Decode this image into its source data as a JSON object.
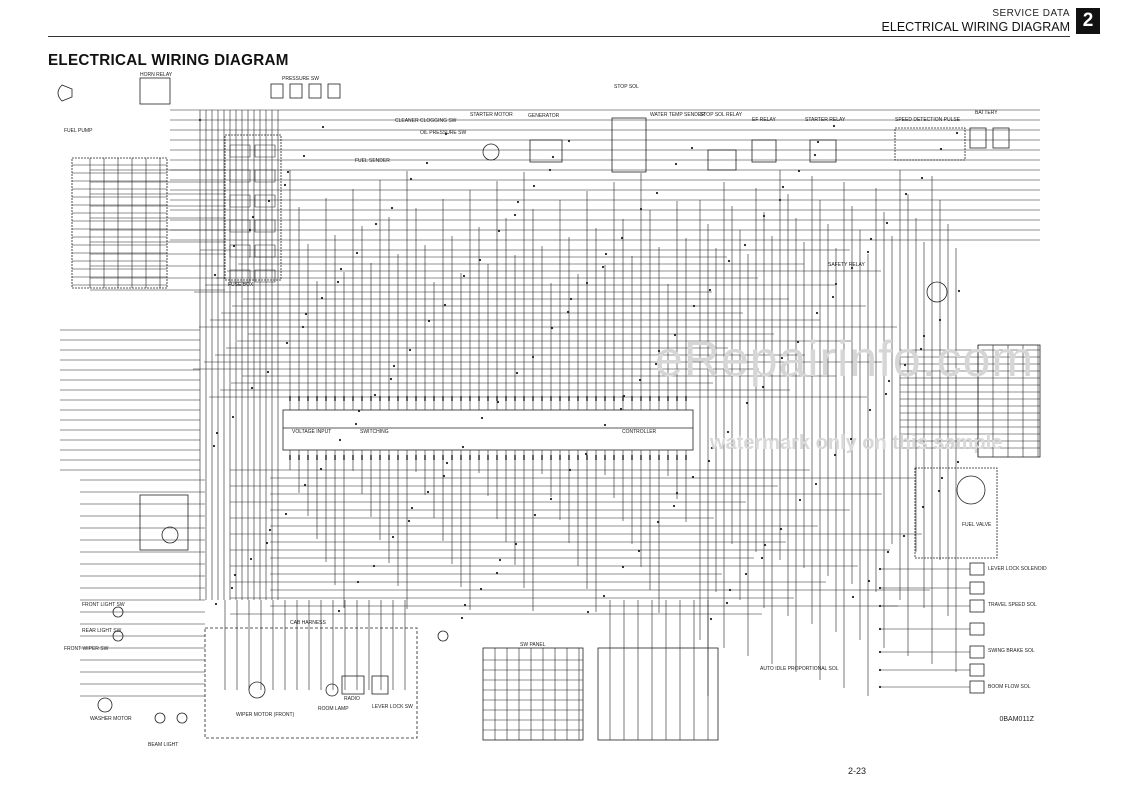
{
  "header": {
    "section": "SERVICE DATA",
    "title": "ELECTRICAL WIRING DIAGRAM",
    "chapter": "2"
  },
  "page_title": "ELECTRICAL WIRING DIAGRAM",
  "watermark": {
    "main": "eRepairinfo.com",
    "sub": "watermark only on this sample"
  },
  "footer": {
    "figure_code": "0BAM011Z",
    "page_number": "2-23"
  },
  "components": {
    "horn_relay": "HORN RELAY",
    "fuel_pump": "FUEL PUMP",
    "fuse_box": "FUSE BOX",
    "pressure_sw": "PRESSURE SW",
    "fuel_sender": "FUEL SENDER",
    "cleaner": "CLEANER CLOGGING SW",
    "oil_pressure": "OIL PRESSURE SW",
    "starter_motor": "STARTER MOTOR",
    "generator": "GENERATOR",
    "stop_sol": "STOP SOL",
    "water_temp": "WATER TEMP SENDER",
    "stop_sol_relay": "STOP SOL RELAY",
    "ef_relay": "EF RELAY",
    "starter_relay": "STARTER RELAY",
    "speed_sensor": "SPEED DETECTION PULSE",
    "sw_panel": "SW PANEL",
    "controller": "CONTROLLER",
    "voltage_input": "VOLTAGE INPUT",
    "switching": "SWITCHING",
    "wiper_motor": "WIPER MOTOR (FRONT)",
    "room_lamp": "ROOM LAMP",
    "radio": "RADIO",
    "lever_lock": "LEVER LOCK SW",
    "front_light": "FRONT LIGHT SW",
    "rear_light": "REAR LIGHT SW",
    "front_wiper": "FRONT WIPER SW",
    "washer_motor": "WASHER MOTOR",
    "cab_harness": "CAB HARNESS",
    "fuel_valve": "FUEL VALVE",
    "lever_lock_sol": "LEVER LOCK SOLENOID",
    "travel_speed": "TRAVEL SPEED SOL",
    "swing_brake": "SWING BRAKE SOL",
    "auto_idle": "AUTO IDLE PROPORTIONAL SOL",
    "boom_flow": "BOOM FLOW SOL",
    "beam_light": "BEAM LIGHT",
    "safety_relay": "SAFETY RELAY",
    "battery": "BATTERY"
  }
}
